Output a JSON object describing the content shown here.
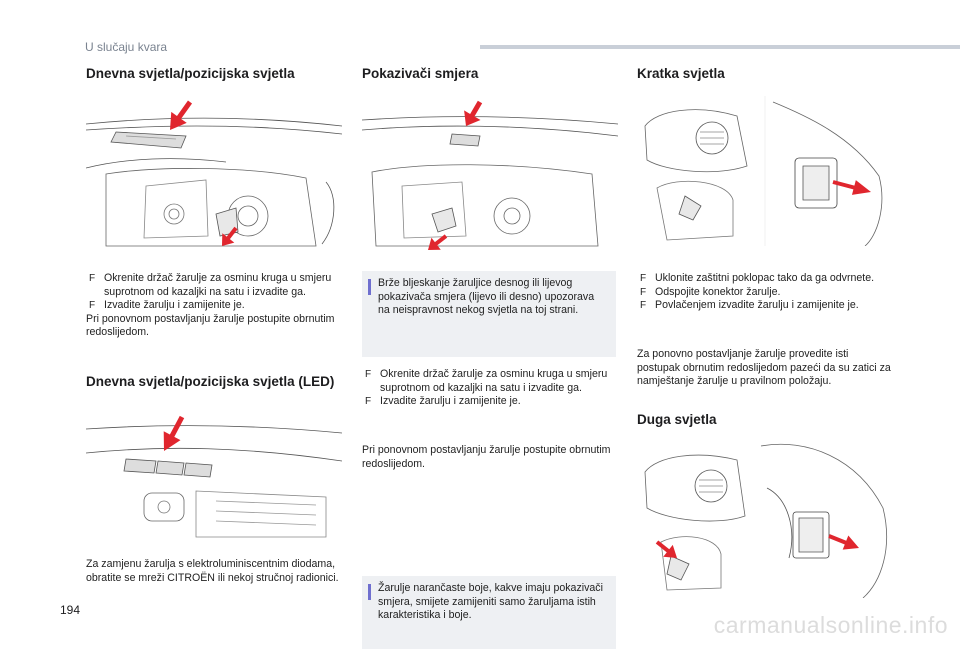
{
  "header": {
    "chapter": "U slučaju kvara"
  },
  "left": {
    "section1": {
      "title": "Dnevna svjetla/pozicijska svjetla",
      "steps": [
        "Okrenite držač žarulje za osminu kruga u smjeru suprotnom od kazaljki na satu i izvadite ga.",
        "Izvadite žarulju i zamijenite je."
      ],
      "note": "Pri ponovnom postavljanju žarulje postupite obrnutim redoslijedom."
    },
    "section2": {
      "title": "Dnevna svjetla/pozicijska svjetla (LED)",
      "text": "Za zamjenu žarulja s elektroluminiscentnim diodama, obratite se mreži CITROËN ili nekoj stručnoj radionici."
    }
  },
  "middle": {
    "title": "Pokazivači smjera",
    "info1": "Brže bljeskanje žaruljice desnog ili lijevog pokazivača smjera (lijevo ili desno) upozorava na neispravnost nekog svjetla na toj strani.",
    "steps": [
      "Okrenite držač žarulje za osminu kruga u smjeru suprotnom od kazaljki na satu i izvadite ga.",
      "Izvadite žarulju i zamijenite je."
    ],
    "text": "Pri ponovnom postavljanju žarulje postupite obrnutim redoslijedom.",
    "info2": "Žarulje narančaste boje, kakve imaju pokazivači smjera, smijete zamijeniti samo žaruljama istih karakteristika i boje."
  },
  "right": {
    "section1": {
      "title": "Kratka svjetla",
      "steps": [
        "Uklonite zaštitni poklopac tako da ga odvrnete.",
        "Odspojite konektor žarulje.",
        "Povlačenjem izvadite žarulju i zamijenite je."
      ],
      "text": "Za ponovno postavljanje žarulje provedite isti postupak obrnutim redoslijedom pazeći da su zatici za namještanje žarulje u pravilnom položaju."
    },
    "section2": {
      "title": "Duga svjetla"
    }
  },
  "icons": {
    "bullet": "F",
    "warning_color": "#e0262e",
    "info_marker_color": "#6f6fcf"
  },
  "footer": {
    "page_number": "194",
    "watermark": "carmanualsonline.info"
  }
}
